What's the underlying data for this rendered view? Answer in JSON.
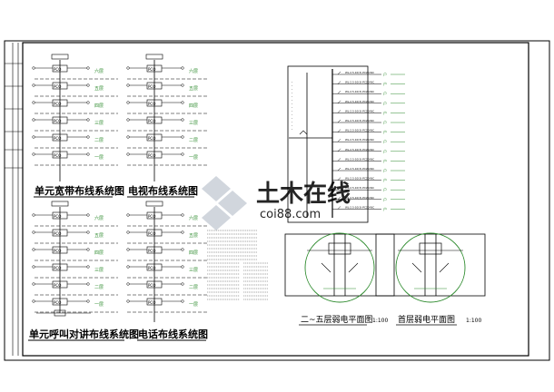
{
  "drawing_titles": {
    "broadband": "单元宽带布线系统图",
    "tv": "电视布线系统图",
    "intercom": "单元呼叫对讲布线系统图",
    "phone": "电话布线系统图",
    "plan_upper": "二~五层弱电平面图",
    "plan_ground": "首层弱电平面图"
  },
  "plan_scales": {
    "upper": "1:100",
    "ground": "1:100"
  },
  "floors": [
    "六层",
    "五层",
    "四层",
    "三层",
    "二层",
    "一层"
  ],
  "box_tags": {
    "broadband": [
      "PCO",
      "PCO",
      "PCO",
      "PCO",
      "PCO",
      "PCO"
    ],
    "tv": [
      "PCO",
      "PCO",
      "PCO",
      "PCO",
      "PCO",
      "PCO"
    ],
    "intercom": [
      "PCO",
      "PCO",
      "PCO",
      "PCO",
      "PCO",
      "PCO"
    ],
    "phone": [
      "PCO",
      "PCO",
      "PCO",
      "PCO",
      "PCO",
      "PCO"
    ]
  },
  "panel_feed_rows": [
    "WL-2.5-10(3)-PC20-WC",
    "WL-2.5-10(3)-PC20-WC",
    "WL-2.5-10(3)-PC20-WC",
    "WL-2.5-10(3)-PC20-WC",
    "WL-2.5-10(3)-PC20-WC",
    "WL-2.5-10(3)-PC20-WC",
    "WL-2.5-10(3)-PC20-WC",
    "WL-2.5-10(3)-PC20-WC",
    "WL-2.5-10(3)-PC20-WC",
    "WL-2.5-10(3)-PC20-WC",
    "WL-2.5-10(3)-PC20-WC",
    "WL-2.5-10(3)-PC20-WC",
    "WL-2.5-10(3)-PC20-WC",
    "WL-2.5-10(3)-PC20-WC",
    "WL-2.5-10(3)-PC20-WC"
  ],
  "watermark": {
    "brand": "土木在线",
    "url": "coi88.com"
  },
  "colors": {
    "line": "#000000",
    "green": "#2e8b2e",
    "watermark": "#c9cfd8"
  }
}
